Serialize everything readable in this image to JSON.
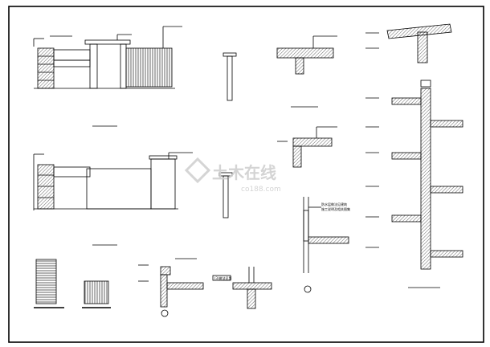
{
  "watermark": {
    "text_cn": "土木在线",
    "text_en": "co188.com"
  },
  "annotations": {
    "detail_note_1": "(3)做法见第",
    "detail_note_2": "防水层做法见建筑",
    "detail_note_3": "施工说明及相关图集"
  }
}
